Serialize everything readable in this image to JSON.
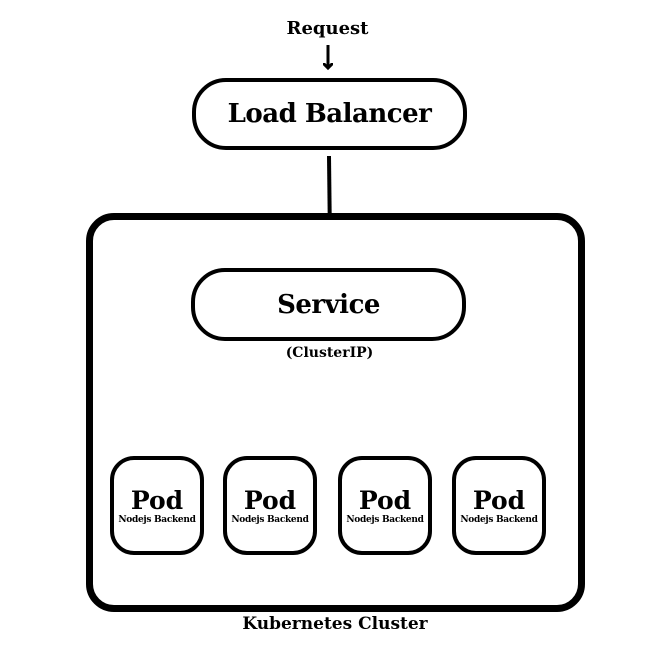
{
  "request_label": "Request",
  "load_balancer": {
    "label": "Load Balancer"
  },
  "service": {
    "label": "Service",
    "type_label": "(ClusterIP)"
  },
  "pods": [
    {
      "title": "Pod",
      "subtitle": "Nodejs Backend"
    },
    {
      "title": "Pod",
      "subtitle": "Nodejs Backend"
    },
    {
      "title": "Pod",
      "subtitle": "Nodejs Backend"
    },
    {
      "title": "Pod",
      "subtitle": "Nodejs Backend"
    }
  ],
  "cluster_label": "Kubernetes Cluster"
}
